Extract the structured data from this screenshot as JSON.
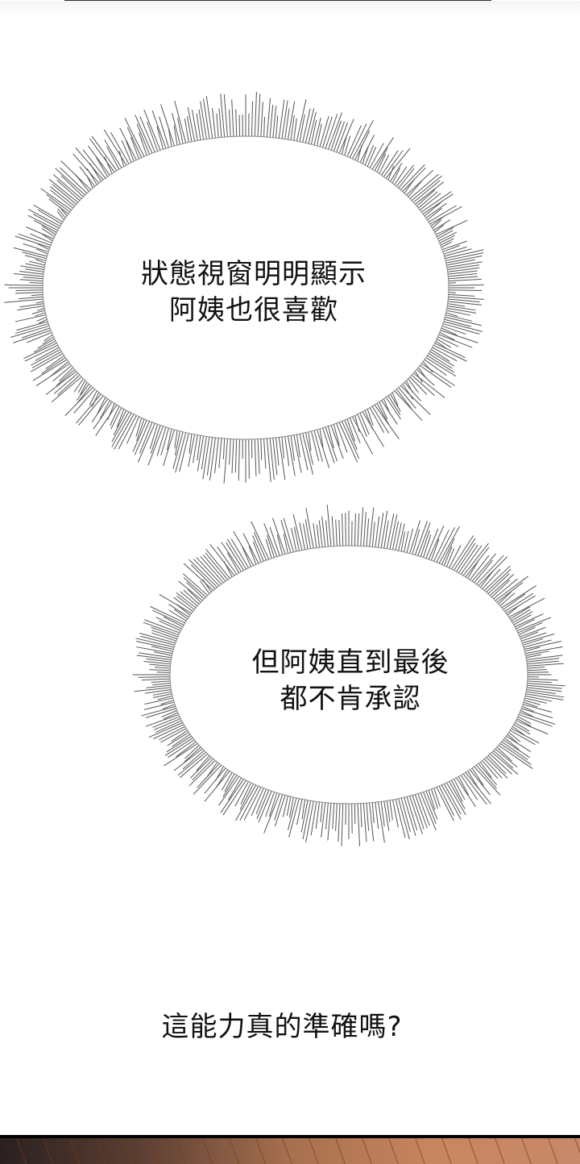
{
  "bubbles": [
    {
      "lines": [
        "狀態視窗明明顯示",
        "阿姨也很喜歡"
      ]
    },
    {
      "lines": [
        "但阿姨直到最後",
        "都不肯承認"
      ]
    }
  ],
  "caption": "這能力真的準確嗎?",
  "colors": {
    "ink": "#111111",
    "floor_dark": "#2a2020",
    "floor_light": "#c8896a"
  }
}
